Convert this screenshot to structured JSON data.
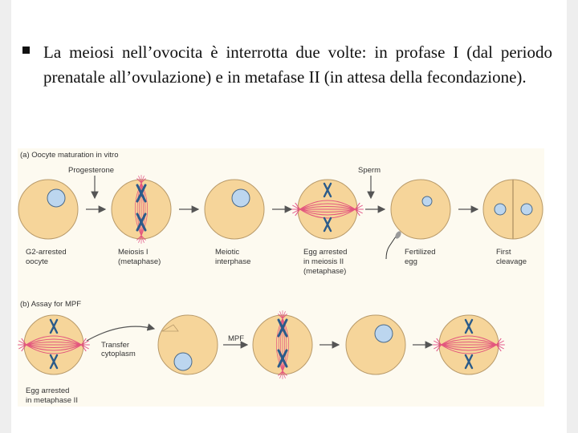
{
  "bullet": {
    "text": "La meiosi nell’ovocita è interrotta due volte: in profase I (dal periodo prenatale all’ovulazione) e in metafase II (in attesa della fecondazione)."
  },
  "figure": {
    "panel_a": {
      "title": "(a) Oocyte maturation in vitro",
      "progesterone": "Progesterone",
      "sperm": "Sperm",
      "cells": [
        {
          "label1": "G2-arrested",
          "label2": "oocyte"
        },
        {
          "label1": "Meiosis I",
          "label2": "(metaphase)"
        },
        {
          "label1": "Meiotic",
          "label2": "interphase"
        },
        {
          "label1": "Egg arrested",
          "label2": "in meiosis II",
          "label3": "(metaphase)"
        },
        {
          "label1": "Fertilized",
          "label2": "egg"
        },
        {
          "label1": "First",
          "label2": "cleavage"
        }
      ]
    },
    "panel_b": {
      "title": "(b) Assay for MPF",
      "transfer1": "Transfer",
      "transfer2": "cytoplasm",
      "mpf": "MPF",
      "cell_label1": "Egg arrested",
      "cell_label2": "in metaphase II"
    },
    "colors": {
      "cell_fill": "#f6d59a",
      "cell_stroke": "#b89a6a",
      "nucleus": "#bcd6ef",
      "spindle": "#e0407a",
      "chromosome": "#2a5b8a"
    }
  }
}
